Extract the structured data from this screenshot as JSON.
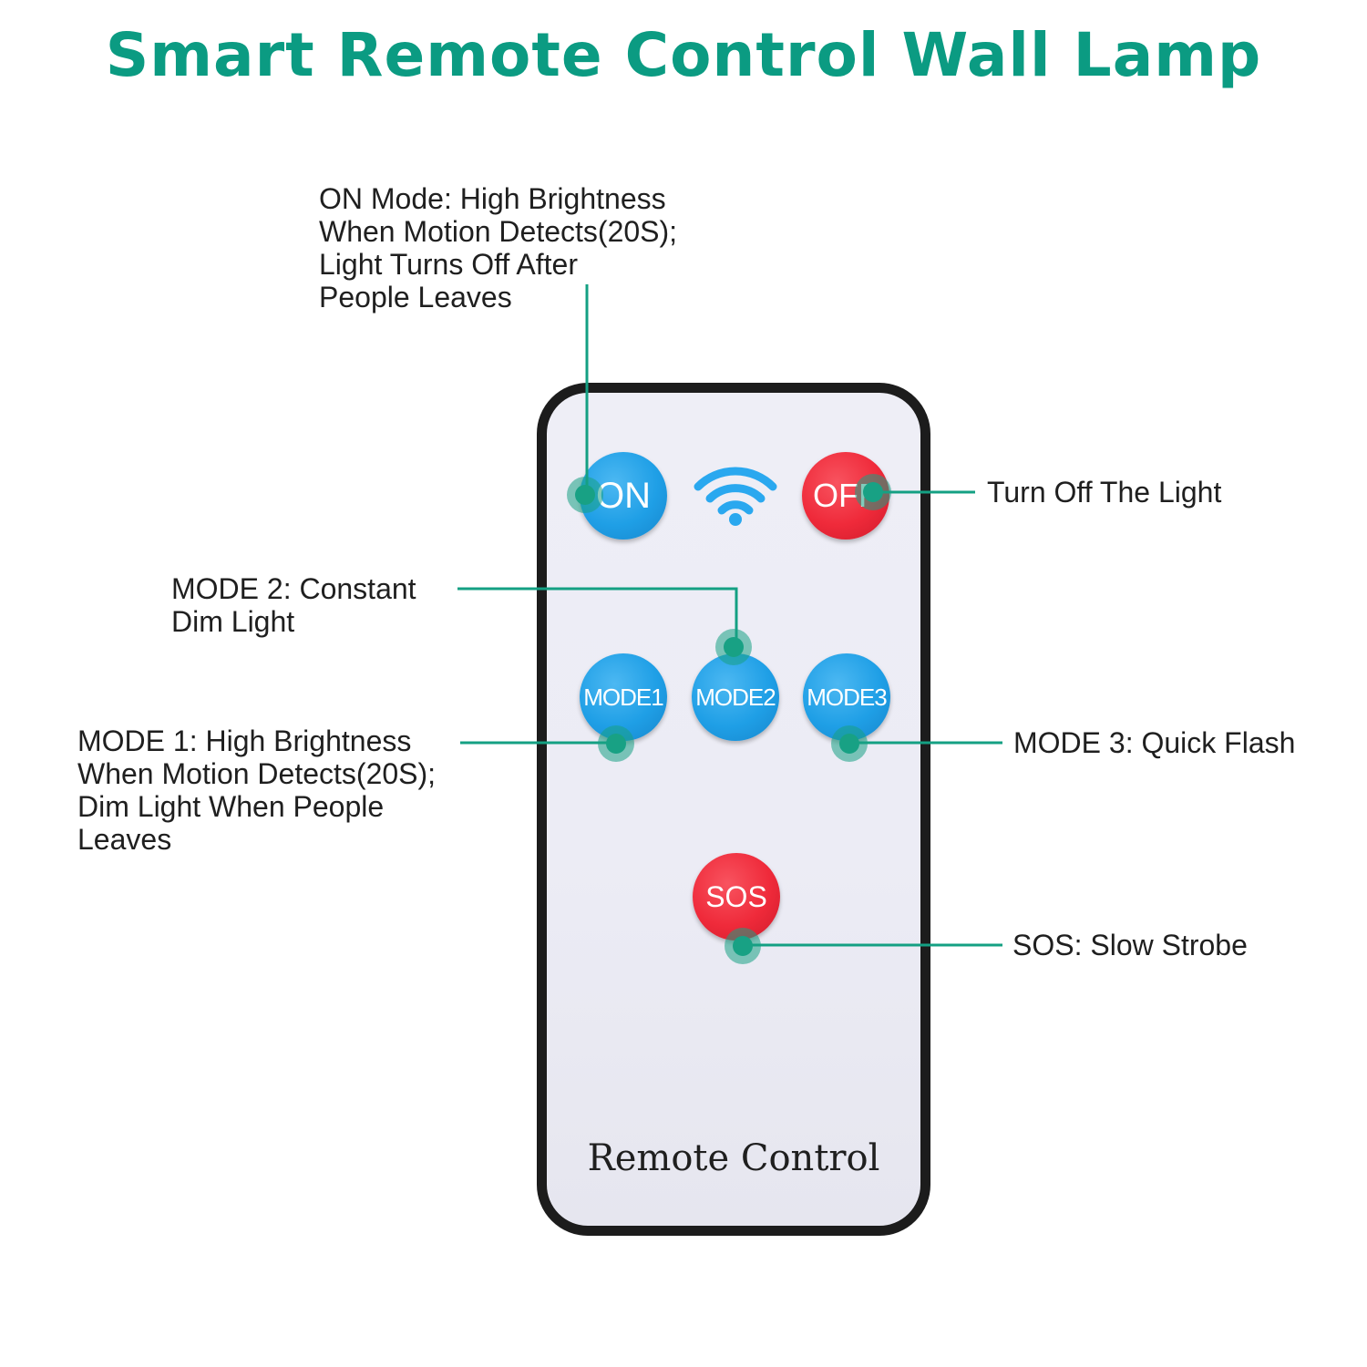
{
  "title": "Smart Remote Control Wall Lamp",
  "remote": {
    "label": "Remote Control",
    "buttons": {
      "on": "ON",
      "off": "OFF",
      "mode1": "MODE1",
      "mode2": "MODE2",
      "mode3": "MODE3",
      "sos": "SOS"
    }
  },
  "callouts": {
    "on_mode": [
      "ON Mode: High Brightness",
      "When Motion Detects(20S);",
      "Light Turns Off After",
      "People Leaves"
    ],
    "off": [
      "Turn Off The Light"
    ],
    "mode2": [
      "MODE 2: Constant",
      "Dim Light"
    ],
    "mode1": [
      "MODE 1: High Brightness",
      "When Motion Detects(20S);",
      "Dim Light When People",
      "Leaves"
    ],
    "mode3": [
      "MODE 3: Quick Flash"
    ],
    "sos": [
      "SOS: Slow Strobe"
    ]
  },
  "colors": {
    "title": "#0b9b82",
    "leader": "#14a083",
    "dot": "#18a184",
    "button_blue": "#1f9fe6",
    "button_red": "#ef2a3a",
    "wifi": "#2aa8ef",
    "remote_border": "#1c1c1c",
    "text": "#1f1f1f"
  },
  "icons": {
    "signal": "wifi-icon"
  }
}
